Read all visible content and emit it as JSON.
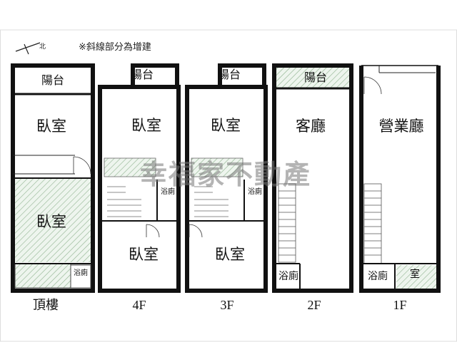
{
  "note": "※斜線部分為增建",
  "compass": "北",
  "watermark": "幸福家不動產",
  "floors": {
    "roof": {
      "label": "頂樓",
      "balcony": "陽台",
      "room_top": "臥室",
      "room_bottom": "臥室",
      "bath": "浴廁"
    },
    "f4": {
      "label": "4F",
      "balcony": "陽台",
      "room_top": "臥室",
      "room_bottom": "臥室",
      "bath": "浴廁"
    },
    "f3": {
      "label": "3F",
      "balcony": "陽台",
      "room_top": "臥室",
      "room_bottom": "臥室",
      "bath": "浴廁"
    },
    "f2": {
      "label": "2F",
      "balcony": "陽台",
      "room": "客廳",
      "bath": "浴廁"
    },
    "f1": {
      "label": "1F",
      "room": "營業廳",
      "bath": "浴廁",
      "room_small": "室"
    }
  },
  "colors": {
    "wall": "#111111",
    "hatch": "#8fb38f",
    "watermark": "#777777"
  }
}
